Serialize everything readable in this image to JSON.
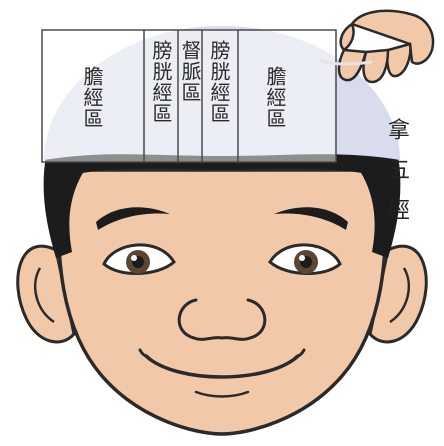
{
  "zones": [
    {
      "label": "膽經區"
    },
    {
      "label": "膀胱經區"
    },
    {
      "label": "督脈區"
    },
    {
      "label": "膀胱經區"
    },
    {
      "label": "膽經區"
    }
  ],
  "side_title": "拿五經",
  "colors": {
    "skin": "#f2c9a8",
    "skin_outline": "#2a2a2a",
    "hair": "#1c1c1c",
    "scalp_overlay": "#d9dcec",
    "zone_border": "#4a4a4a",
    "lips_line": "#2a2a2a"
  }
}
